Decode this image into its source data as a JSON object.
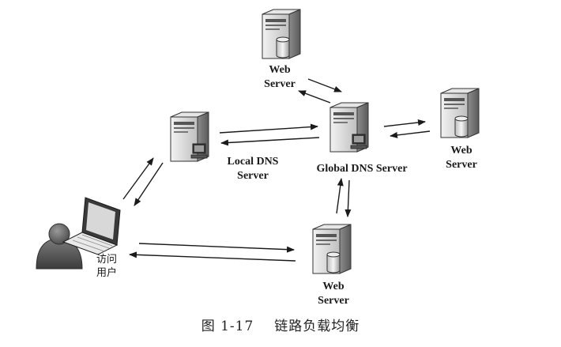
{
  "nodes": {
    "web_top": {
      "line1": "Web",
      "line2": "Server"
    },
    "web_right": {
      "line1": "Web",
      "line2": "Server"
    },
    "web_bottom": {
      "line1": "Web",
      "line2": "Server"
    },
    "local_dns": {
      "line1": "Local DNS",
      "line2": "Server"
    },
    "global_dns": {
      "line1": "Global DNS Server"
    },
    "user": {
      "line1": "访问",
      "line2": "用户"
    }
  },
  "caption": {
    "number": "图 1-17",
    "title": "链路负载均衡"
  },
  "colors": {
    "ink": "#1a1a1a",
    "server_body": "#d9d9d9",
    "server_shade": "#7a7a7a",
    "person": "#5a5a5a"
  }
}
